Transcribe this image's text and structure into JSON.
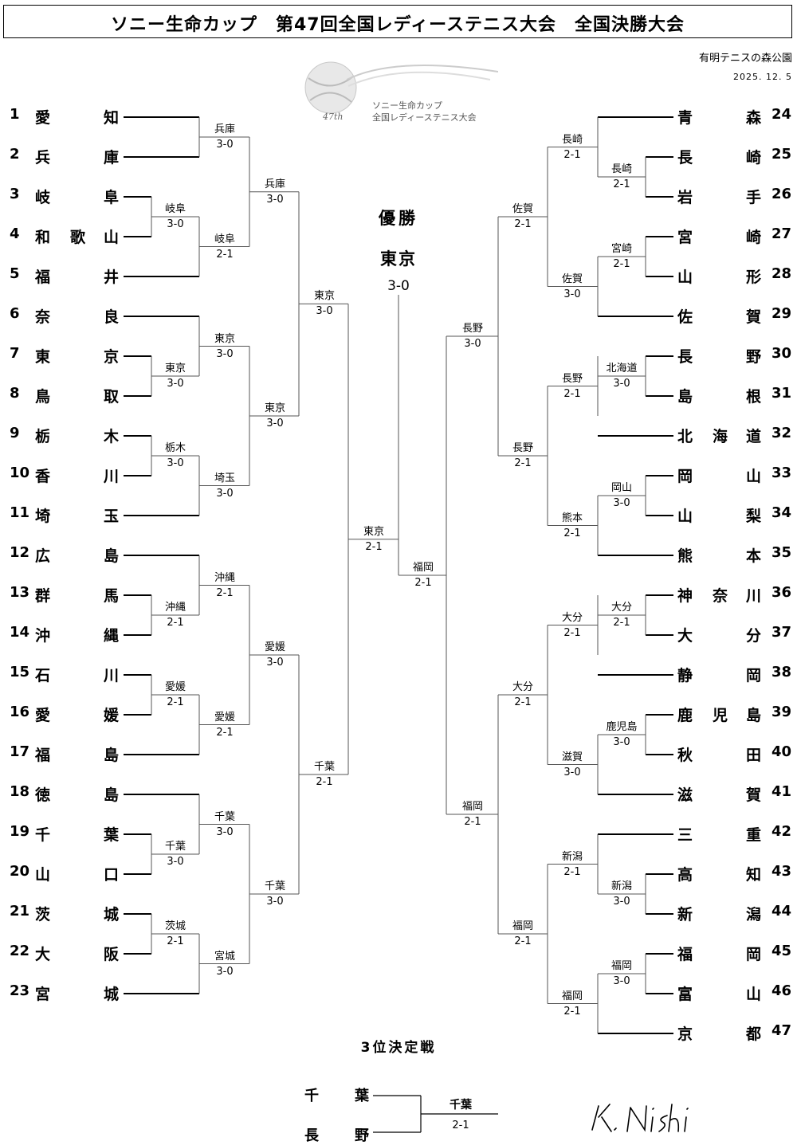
{
  "header": {
    "title": "ソニー生命カップ　第47回全国レディーステニス大会　全国決勝大会",
    "venue": "有明テニスの森公園",
    "date": "2025. 12. 5"
  },
  "logo": {
    "edition": "47th",
    "line1": "ソニー生命カップ",
    "line2": "全国レディーステニス大会"
  },
  "left_teams": [
    {
      "num": "1",
      "chars": [
        "愛",
        "知"
      ]
    },
    {
      "num": "2",
      "chars": [
        "兵",
        "庫"
      ]
    },
    {
      "num": "3",
      "chars": [
        "岐",
        "阜"
      ]
    },
    {
      "num": "4",
      "chars": [
        "和",
        "歌",
        "山"
      ]
    },
    {
      "num": "5",
      "chars": [
        "福",
        "井"
      ]
    },
    {
      "num": "6",
      "chars": [
        "奈",
        "良"
      ]
    },
    {
      "num": "7",
      "chars": [
        "東",
        "京"
      ]
    },
    {
      "num": "8",
      "chars": [
        "鳥",
        "取"
      ]
    },
    {
      "num": "9",
      "chars": [
        "栃",
        "木"
      ]
    },
    {
      "num": "10",
      "chars": [
        "香",
        "川"
      ]
    },
    {
      "num": "11",
      "chars": [
        "埼",
        "玉"
      ]
    },
    {
      "num": "12",
      "chars": [
        "広",
        "島"
      ]
    },
    {
      "num": "13",
      "chars": [
        "群",
        "馬"
      ]
    },
    {
      "num": "14",
      "chars": [
        "沖",
        "縄"
      ]
    },
    {
      "num": "15",
      "chars": [
        "石",
        "川"
      ]
    },
    {
      "num": "16",
      "chars": [
        "愛",
        "媛"
      ]
    },
    {
      "num": "17",
      "chars": [
        "福",
        "島"
      ]
    },
    {
      "num": "18",
      "chars": [
        "徳",
        "島"
      ]
    },
    {
      "num": "19",
      "chars": [
        "千",
        "葉"
      ]
    },
    {
      "num": "20",
      "chars": [
        "山",
        "口"
      ]
    },
    {
      "num": "21",
      "chars": [
        "茨",
        "城"
      ]
    },
    {
      "num": "22",
      "chars": [
        "大",
        "阪"
      ]
    },
    {
      "num": "23",
      "chars": [
        "宮",
        "城"
      ]
    }
  ],
  "right_teams": [
    {
      "num": "24",
      "chars": [
        "青",
        "森"
      ]
    },
    {
      "num": "25",
      "chars": [
        "長",
        "崎"
      ]
    },
    {
      "num": "26",
      "chars": [
        "岩",
        "手"
      ]
    },
    {
      "num": "27",
      "chars": [
        "宮",
        "崎"
      ]
    },
    {
      "num": "28",
      "chars": [
        "山",
        "形"
      ]
    },
    {
      "num": "29",
      "chars": [
        "佐",
        "賀"
      ]
    },
    {
      "num": "30",
      "chars": [
        "長",
        "野"
      ]
    },
    {
      "num": "31",
      "chars": [
        "島",
        "根"
      ]
    },
    {
      "num": "32",
      "chars": [
        "北",
        "海",
        "道"
      ]
    },
    {
      "num": "33",
      "chars": [
        "岡",
        "山"
      ]
    },
    {
      "num": "34",
      "chars": [
        "山",
        "梨"
      ]
    },
    {
      "num": "35",
      "chars": [
        "熊",
        "本"
      ]
    },
    {
      "num": "36",
      "chars": [
        "神",
        "奈",
        "川"
      ]
    },
    {
      "num": "37",
      "chars": [
        "大",
        "分"
      ]
    },
    {
      "num": "38",
      "chars": [
        "静",
        "岡"
      ]
    },
    {
      "num": "39",
      "chars": [
        "鹿",
        "児",
        "島"
      ]
    },
    {
      "num": "40",
      "chars": [
        "秋",
        "田"
      ]
    },
    {
      "num": "41",
      "chars": [
        "滋",
        "賀"
      ]
    },
    {
      "num": "42",
      "chars": [
        "三",
        "重"
      ]
    },
    {
      "num": "43",
      "chars": [
        "高",
        "知"
      ]
    },
    {
      "num": "44",
      "chars": [
        "新",
        "潟"
      ]
    },
    {
      "num": "45",
      "chars": [
        "福",
        "岡"
      ]
    },
    {
      "num": "46",
      "chars": [
        "富",
        "山"
      ]
    },
    {
      "num": "47",
      "chars": [
        "京",
        "都"
      ]
    }
  ],
  "left_matches": [
    {
      "winner": "兵庫",
      "score": "3-0"
    },
    {
      "winner": "岐阜",
      "score": "3-0"
    },
    {
      "winner": "岐阜",
      "score": "2-1"
    },
    {
      "winner": "兵庫",
      "score": "3-0"
    },
    {
      "winner": "東京",
      "score": "3-0"
    },
    {
      "winner": "東京",
      "score": "3-0"
    },
    {
      "winner": "栃木",
      "score": "3-0"
    },
    {
      "winner": "埼玉",
      "score": "3-0"
    },
    {
      "winner": "東京",
      "score": "3-0"
    },
    {
      "winner": "東京",
      "score": "3-0"
    },
    {
      "winner": "沖縄",
      "score": "2-1"
    },
    {
      "winner": "沖縄",
      "score": "2-1"
    },
    {
      "winner": "愛媛",
      "score": "2-1"
    },
    {
      "winner": "愛媛",
      "score": "2-1"
    },
    {
      "winner": "愛媛",
      "score": "3-0"
    },
    {
      "winner": "千葉",
      "score": "3-0"
    },
    {
      "winner": "千葉",
      "score": "3-0"
    },
    {
      "winner": "茨城",
      "score": "2-1"
    },
    {
      "winner": "宮城",
      "score": "3-0"
    },
    {
      "winner": "千葉",
      "score": "3-0"
    },
    {
      "winner": "千葉",
      "score": "2-1"
    },
    {
      "winner": "東京",
      "score": "2-1"
    }
  ],
  "right_matches": [
    {
      "winner": "長崎",
      "score": "2-1"
    },
    {
      "winner": "長崎",
      "score": "2-1"
    },
    {
      "winner": "宮崎",
      "score": "2-1"
    },
    {
      "winner": "佐賀",
      "score": "3-0"
    },
    {
      "winner": "佐賀",
      "score": "2-1"
    },
    {
      "winner": "北海道",
      "score": "3-0"
    },
    {
      "winner": "長野",
      "score": "2-1"
    },
    {
      "winner": "岡山",
      "score": "3-0"
    },
    {
      "winner": "熊本",
      "score": "2-1"
    },
    {
      "winner": "長野",
      "score": "2-1"
    },
    {
      "winner": "長野",
      "score": "3-0"
    },
    {
      "winner": "大分",
      "score": "2-1"
    },
    {
      "winner": "大分",
      "score": "2-1"
    },
    {
      "winner": "鹿児島",
      "score": "3-0"
    },
    {
      "winner": "滋賀",
      "score": "3-0"
    },
    {
      "winner": "大分",
      "score": "2-1"
    },
    {
      "winner": "新潟",
      "score": "2-1"
    },
    {
      "winner": "新潟",
      "score": "3-0"
    },
    {
      "winner": "福岡",
      "score": "3-0"
    },
    {
      "winner": "福岡",
      "score": "2-1"
    },
    {
      "winner": "福岡",
      "score": "2-1"
    },
    {
      "winner": "福岡",
      "score": "2-1"
    },
    {
      "winner": "福岡",
      "score": "2-1"
    }
  ],
  "final": {
    "label": "優勝",
    "champion": "東京",
    "score": "3-0"
  },
  "third_place": {
    "label": "3位決定戦",
    "team1": [
      "千",
      "葉"
    ],
    "team2": [
      "長",
      "野"
    ],
    "winner": "千葉",
    "score": "2-1"
  },
  "signature": "K. Nishi"
}
